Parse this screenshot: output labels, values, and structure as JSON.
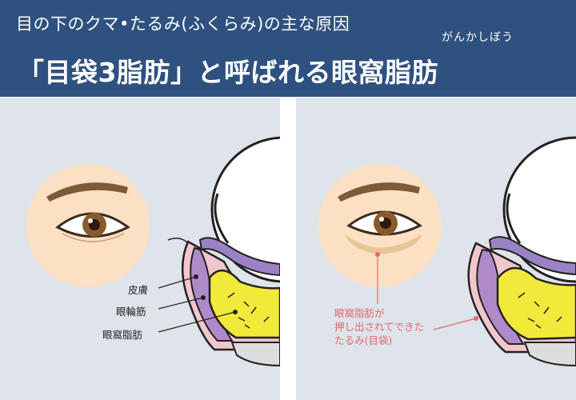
{
  "header": {
    "subtitle": "目の下のクマ•たるみ(ふくらみ)の主な原因",
    "title": "「目袋3脂肪」と呼ばれる眼窩脂肪",
    "ruby": "がんかしぼう"
  },
  "left_panel": {
    "labels": [
      "皮膚",
      "眼輪筋",
      "眼窩脂肪"
    ]
  },
  "right_panel": {
    "callout_lines": [
      "眼窩脂肪が",
      "押し出されてできた",
      "たるみ(目袋)"
    ]
  },
  "colors": {
    "header_bg": "#2e5180",
    "panel_bg": "#dfe3ea",
    "fat_yellow": "#f2ea3a",
    "muscle_purple": "#b08ac8",
    "skin_pink": "#f2c7cc",
    "callout_pink": "#e4666f",
    "face_circle": "#fbe0c4"
  }
}
